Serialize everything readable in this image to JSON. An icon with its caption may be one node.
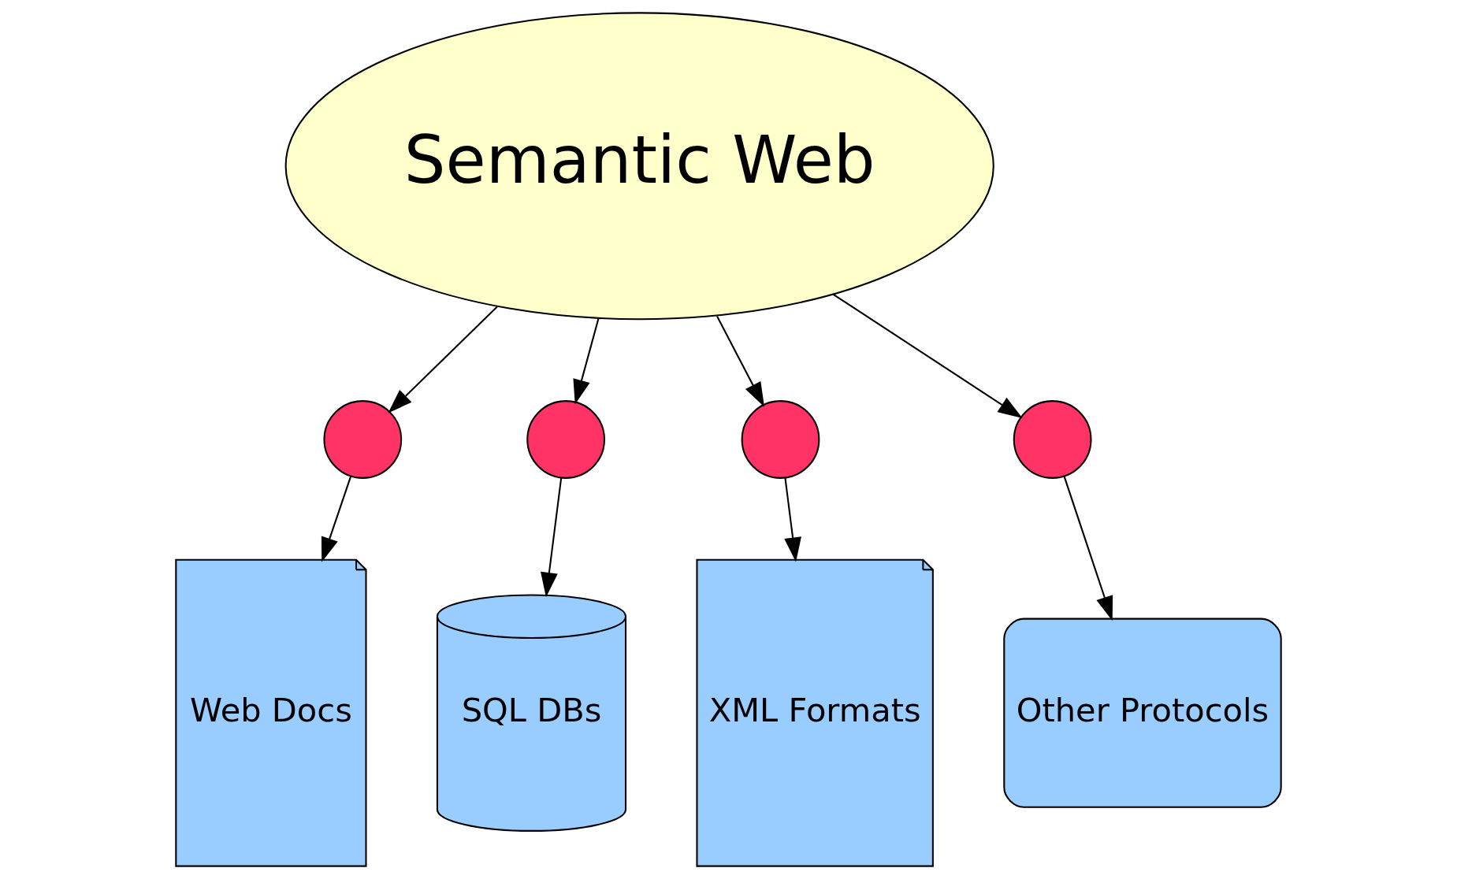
{
  "diagram": {
    "nodes": [
      {
        "text": [
          "Semantic Web"
        ]
      },
      {
        "text": [],
        "shape": "circle"
      },
      {
        "text": [],
        "shape": "circle"
      },
      {
        "text": [],
        "shape": "circle"
      },
      {
        "text": [],
        "shape": "circle"
      },
      {
        "text": [
          "Web Docs"
        ]
      },
      {
        "text": [
          "SQL DBs"
        ]
      },
      {
        "text": [
          "XML Formats"
        ]
      },
      {
        "text": [
          "Other Protocols"
        ]
      }
    ],
    "edges": [
      {
        "from": 0,
        "to": 1,
        "arrow": "to"
      },
      {
        "from": 0,
        "to": 2,
        "arrow": "to"
      },
      {
        "from": 0,
        "to": 3,
        "arrow": "to"
      },
      {
        "from": 0,
        "to": 4,
        "arrow": "to"
      },
      {
        "from": 1,
        "to": 5,
        "arrow": "to"
      },
      {
        "from": 2,
        "to": 6,
        "arrow": "to"
      },
      {
        "from": 3,
        "to": 7,
        "arrow": "to"
      },
      {
        "from": 4,
        "to": 8,
        "arrow": "to"
      }
    ]
  }
}
